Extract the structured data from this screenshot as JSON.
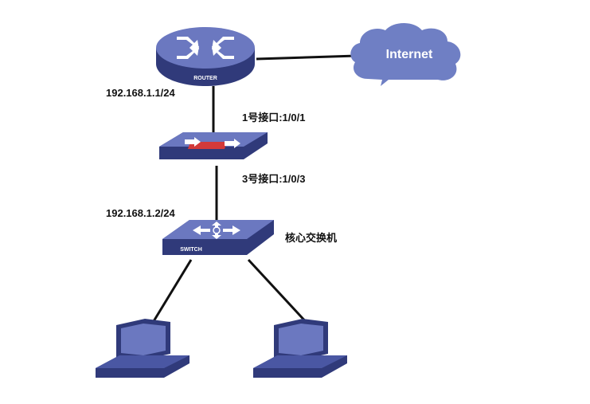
{
  "router": {
    "label": "ROUTER",
    "ip": "192.168.1.1/24"
  },
  "cloud": {
    "label": "Internet"
  },
  "firewall": {
    "port_top": "1号接口:1/0/1",
    "port_bottom": "3号接口:1/0/3"
  },
  "switch": {
    "label": "SWITCH",
    "ip": "192.168.1.2/24",
    "name": "核心交换机"
  },
  "colors": {
    "device_blue": "#4a57a3",
    "device_top": "#6b78c0",
    "device_dark": "#303a7a",
    "cloud": "#6f7fc4",
    "firewall_red": "#d33a3a",
    "link": "#111111"
  }
}
